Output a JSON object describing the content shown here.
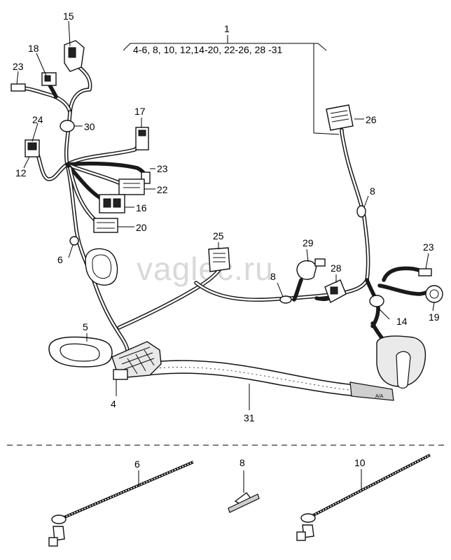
{
  "watermark": "vaglec.ru",
  "group": {
    "number": "1",
    "range": "4-6, 8, 10, 12,14-20, 22-26, 28 -31"
  },
  "callouts": {
    "c15": "15",
    "c18": "18",
    "c23a": "23",
    "c24": "24",
    "c12": "12",
    "c30": "30",
    "c17": "17",
    "c23b": "23",
    "c22": "22",
    "c16": "16",
    "c20": "20",
    "c26": "26",
    "c8a": "8",
    "c25": "25",
    "c6": "6",
    "c29": "29",
    "c8b": "8",
    "c28": "28",
    "c23c": "23",
    "c19": "19",
    "c14": "14",
    "c5": "5",
    "c4": "4",
    "c31": "31"
  },
  "accessories": {
    "tie6": "6",
    "clip8": "8",
    "tie10": "10"
  }
}
